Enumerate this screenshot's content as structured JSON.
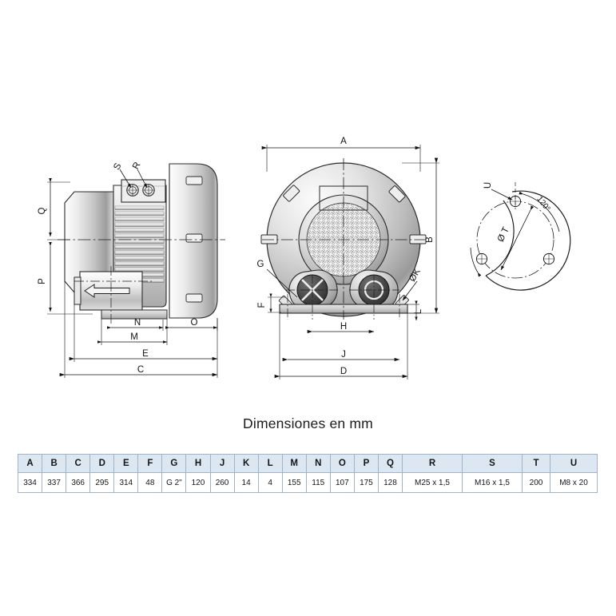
{
  "caption": "Dimensiones en mm",
  "table": {
    "headers": [
      "A",
      "B",
      "C",
      "D",
      "E",
      "F",
      "G",
      "H",
      "J",
      "K",
      "L",
      "M",
      "N",
      "O",
      "P",
      "Q",
      "R",
      "S",
      "T",
      "U"
    ],
    "values": [
      "334",
      "337",
      "366",
      "295",
      "314",
      "48",
      "G 2\"",
      "120",
      "260",
      "14",
      "4",
      "155",
      "115",
      "107",
      "175",
      "128",
      "M25 x 1,5",
      "M16 x 1,5",
      "200",
      "M8 x 20"
    ]
  },
  "colors": {
    "header_bg": "#dde7f1",
    "border": "#9fb4c8",
    "ink": "#131313",
    "metal_light": "#f2f2f2",
    "metal_mid": "#c9c9c9",
    "metal_dark": "#8e8e8e",
    "background": "#ffffff"
  },
  "side_view": {
    "labels": {
      "q": "Q",
      "p": "P",
      "n": "N",
      "m": "M",
      "o": "O",
      "e": "E",
      "c": "C",
      "s": "S",
      "r": "R"
    }
  },
  "front_view": {
    "labels": {
      "a": "A",
      "b": "B",
      "d": "D",
      "f": "F",
      "g": "G",
      "h": "H",
      "j": "J",
      "k": "ØK",
      "l": "L"
    }
  },
  "flange_detail": {
    "labels": {
      "u": "U",
      "t": "Ø T",
      "angle": "120°"
    }
  }
}
